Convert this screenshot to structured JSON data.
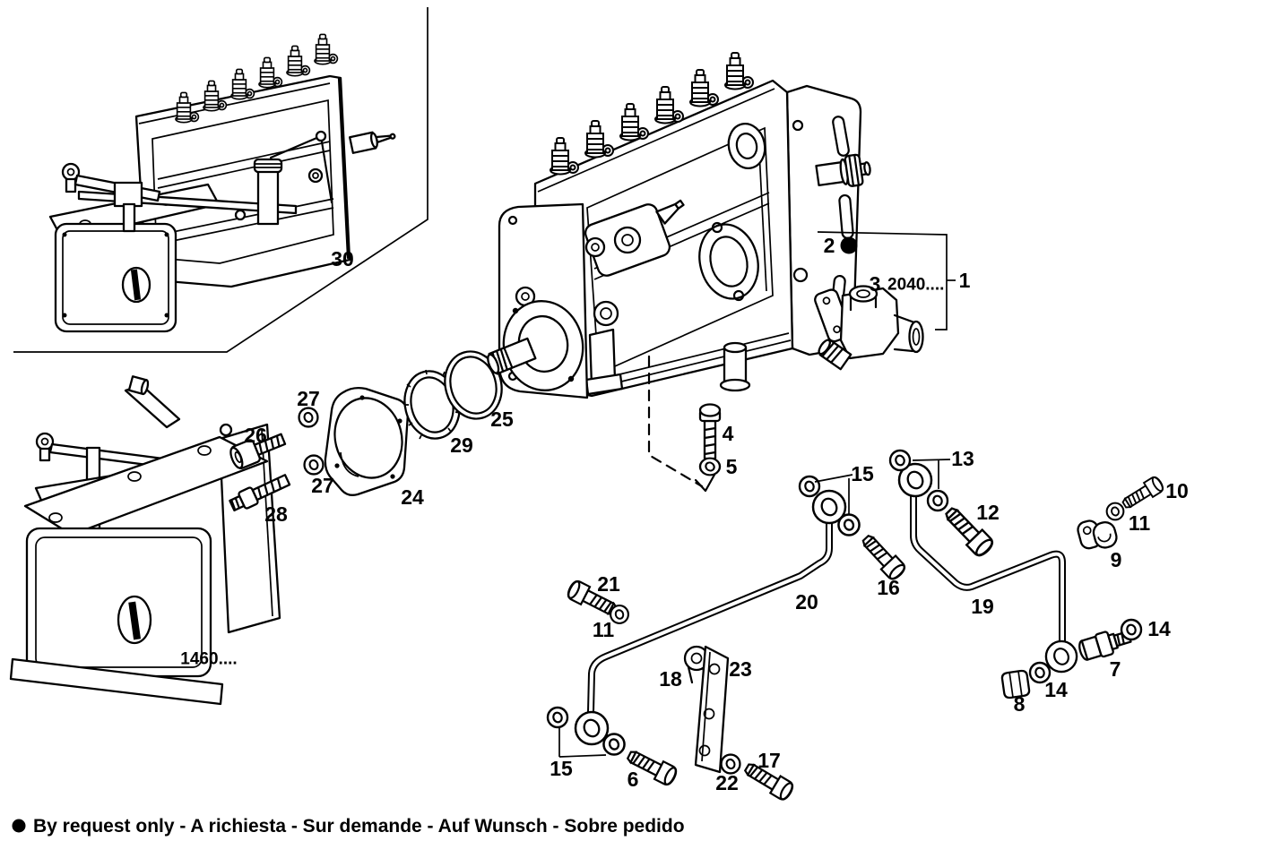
{
  "colors": {
    "ink": "#000000",
    "background": "#ffffff"
  },
  "footer": {
    "bullet": "●",
    "text": "By request only - A richiesta - Sur demande - Auf Wunsch - Sobre pedido"
  },
  "callouts": {
    "c1": {
      "label": "1"
    },
    "c2": {
      "label": "2"
    },
    "c2dot": {
      "label": "●"
    },
    "c3": {
      "label": "3"
    },
    "c3code": {
      "label": "2040...."
    },
    "c4": {
      "label": "4"
    },
    "c5": {
      "label": "5"
    },
    "c6": {
      "label": "6"
    },
    "c7": {
      "label": "7"
    },
    "c8": {
      "label": "8"
    },
    "c9": {
      "label": "9"
    },
    "c10": {
      "label": "10"
    },
    "c11r": {
      "label": "11"
    },
    "c11l": {
      "label": "11"
    },
    "c12": {
      "label": "12"
    },
    "c13": {
      "label": "13"
    },
    "c14u": {
      "label": "14"
    },
    "c14l": {
      "label": "14"
    },
    "c15u": {
      "label": "15"
    },
    "c15l": {
      "label": "15"
    },
    "c16": {
      "label": "16"
    },
    "c17": {
      "label": "17"
    },
    "c18": {
      "label": "18"
    },
    "c19": {
      "label": "19"
    },
    "c20": {
      "label": "20"
    },
    "c21": {
      "label": "21"
    },
    "c22": {
      "label": "22"
    },
    "c23": {
      "label": "23"
    },
    "c24": {
      "label": "24"
    },
    "c25": {
      "label": "25"
    },
    "c26": {
      "label": "26"
    },
    "c27u": {
      "label": "27"
    },
    "c27l": {
      "label": "27"
    },
    "c28": {
      "label": "28"
    },
    "c29": {
      "label": "29"
    },
    "c30": {
      "label": "30"
    },
    "c1460": {
      "label": "1460...."
    }
  }
}
